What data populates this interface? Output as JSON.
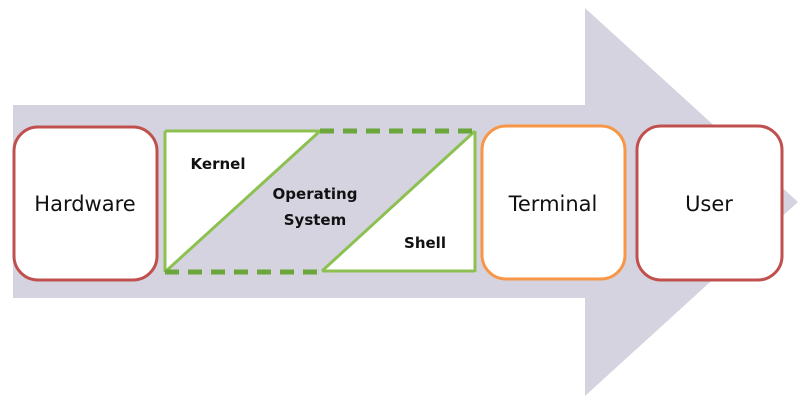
{
  "diagram": {
    "arrow": {
      "color": "#d6d3e1",
      "direction": "right"
    },
    "nodes": [
      {
        "id": "hardware",
        "label": "Hardware",
        "border_color": "#c0504d"
      },
      {
        "id": "terminal",
        "label": "Terminal",
        "border_color": "#f79646"
      },
      {
        "id": "user",
        "label": "User",
        "border_color": "#c0504d"
      }
    ],
    "os_block": {
      "border_color": "#8cc152",
      "dash_color": "#6aa63a",
      "kernel_label": "Kernel",
      "os_label_line1": "Operating",
      "os_label_line2": "System",
      "shell_label": "Shell"
    },
    "flow_order": [
      "Hardware",
      "Kernel",
      "Operating System",
      "Shell",
      "Terminal",
      "User"
    ]
  }
}
